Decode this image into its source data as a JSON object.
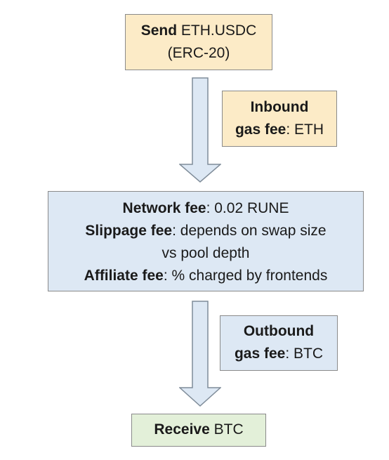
{
  "send_box": {
    "bold": "Send",
    "text": " ETH.USDC",
    "line2": "(ERC-20)"
  },
  "inbound_box": {
    "line1": "Inbound",
    "bold2": "gas fee",
    "text2": ": ETH"
  },
  "fee_box": {
    "network_label": "Network fee",
    "network_value": ": 0.02 RUNE",
    "slippage_label": "Slippage fee",
    "slippage_value": ": depends on swap size",
    "slippage_cont": "vs pool depth",
    "affiliate_label": "Affiliate fee",
    "affiliate_value": ": % charged by frontends"
  },
  "outbound_box": {
    "line1": "Outbound",
    "bold2": "gas fee",
    "text2": ": BTC"
  },
  "receive_box": {
    "bold": "Receive",
    "text": " BTC"
  },
  "colors": {
    "peach": "#fcebc7",
    "light_blue": "#dde8f4",
    "light_green": "#e3f0d9",
    "border": "#8a8a8a"
  }
}
